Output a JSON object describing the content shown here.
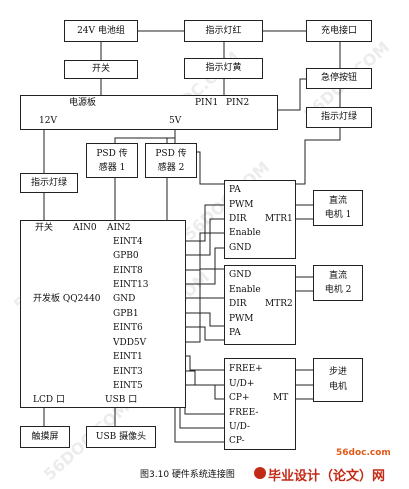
{
  "diagram": {
    "battery": "24V 电池组",
    "red_indicator": "指示灯红",
    "charge_port": "充电接口",
    "switch_top": "开关",
    "yellow_indicator": "指示灯黄",
    "estop": "急停按钮",
    "power_board": {
      "title": "电源板",
      "v12": "12V",
      "v5": "5V",
      "pin1": "PIN1",
      "pin2": "PIN2"
    },
    "green_indicator_right": "指示灯绿",
    "green_indicator_left": "指示灯绿",
    "psd1": [
      "PSD 传",
      "感器 1"
    ],
    "psd2": [
      "PSD 传",
      "感器 2"
    ],
    "dev_board": {
      "switch": "开关",
      "ain0": "AIN0",
      "ain2": "AIN2",
      "pins": [
        "EINT4",
        "GPB0",
        "EINT8",
        "EINT13",
        "GND",
        "GPB1",
        "EINT6",
        "VDD5V",
        "EINT1",
        "EINT3",
        "EINT5"
      ],
      "name": "开发板 QQ2440",
      "lcd": "LCD 口",
      "usb": "USB 口"
    },
    "mtr1": {
      "pins": [
        "PA",
        "PWM",
        "DIR",
        "Enable",
        "GND"
      ],
      "name": "MTR1"
    },
    "mtr2": {
      "pins": [
        "GND",
        "Enable",
        "DIR",
        "PWM",
        "PA"
      ],
      "name": "MTR2"
    },
    "mt": {
      "pins": [
        "FREE+",
        "U/D+",
        "CP+",
        "FREE-",
        "U/D-",
        "CP-"
      ],
      "name": "MT"
    },
    "dc_motor1": [
      "直流",
      "电机 1"
    ],
    "dc_motor2": [
      "直流",
      "电机 2"
    ],
    "stepper": [
      "步进",
      "电机"
    ],
    "touchscreen": "触摸屏",
    "usb_camera": "USB 摄像头"
  },
  "caption": "图3.10 硬件系统连接图",
  "brand": "毕业设计（论文）网",
  "site": "56doc.com",
  "watermark": "56DOC.COM"
}
